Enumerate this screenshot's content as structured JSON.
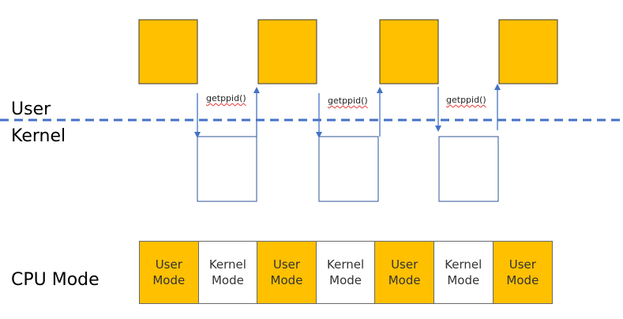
{
  "labels": {
    "user": "User",
    "kernel": "Kernel",
    "cpu_mode": "CPU Mode"
  },
  "syscalls": [
    {
      "label": "getppid()"
    },
    {
      "label": "getppid()"
    },
    {
      "label": "getppid()"
    }
  ],
  "cpu_modes": [
    {
      "line1": "User",
      "line2": "Mode",
      "kind": "user"
    },
    {
      "line1": "Kernel",
      "line2": "Mode",
      "kind": "kernel"
    },
    {
      "line1": "User",
      "line2": "Mode",
      "kind": "user"
    },
    {
      "line1": "Kernel",
      "line2": "Mode",
      "kind": "kernel"
    },
    {
      "line1": "User",
      "line2": "Mode",
      "kind": "user"
    },
    {
      "line1": "Kernel",
      "line2": "Mode",
      "kind": "kernel"
    },
    {
      "line1": "User",
      "line2": "Mode",
      "kind": "user"
    }
  ],
  "colors": {
    "user_fill": "#FFC000",
    "kernel_fill": "#FFFFFF",
    "block_border": "#3A3A3A",
    "kernel_border": "#2F5597",
    "arrow": "#4472C4",
    "boundary": "#4472C4"
  }
}
